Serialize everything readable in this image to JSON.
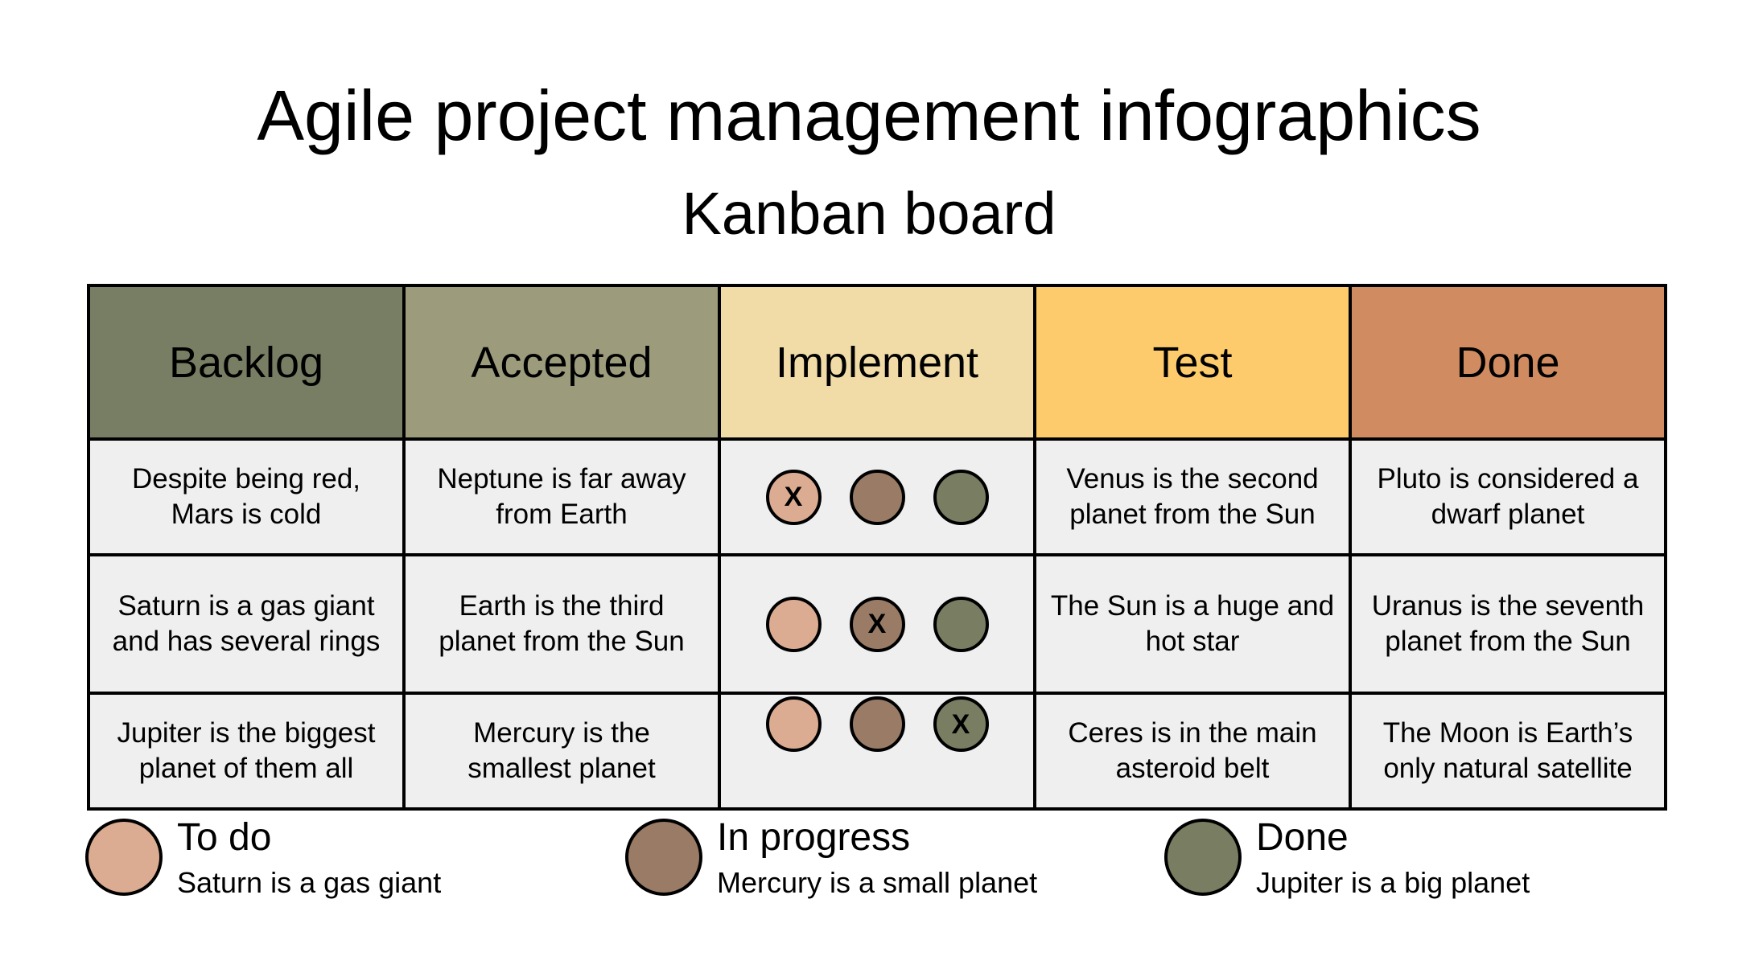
{
  "title": "Agile project management infographics",
  "subtitle": "Kanban board",
  "colors": {
    "backlog": "#787e63",
    "accepted": "#9c9b7c",
    "implement": "#f1dca7",
    "test": "#fecb6c",
    "done_header": "#d08c60",
    "todo": "#dbac92",
    "in_progress": "#997b66",
    "done": "#797d62",
    "cell_bg": "#efefef"
  },
  "columns": [
    "Backlog",
    "Accepted",
    "Implement",
    "Test",
    "Done"
  ],
  "rows": [
    {
      "backlog": "Despite being red, Mars is cold",
      "accepted": "Neptune is far away from Earth",
      "implement_mark": "X",
      "implement_marked": "todo",
      "test": "Venus is the second planet from the Sun",
      "done": "Pluto is considered a dwarf planet"
    },
    {
      "backlog": "Saturn is a gas giant and has several rings",
      "accepted": "Earth is the third planet from the Sun",
      "implement_mark": "X",
      "implement_marked": "in_progress",
      "test": "The Sun is a huge and hot star",
      "done": "Uranus is the seventh planet from the Sun"
    },
    {
      "backlog": "Jupiter is the biggest planet of them all",
      "accepted": "Mercury is the smallest planet",
      "implement_mark": "X",
      "implement_marked": "done",
      "test": "Ceres is in the main asteroid belt",
      "done": "The Moon is Earth’s only natural satellite"
    }
  ],
  "legend": [
    {
      "title": "To do",
      "desc": "Saturn is a gas giant",
      "color_key": "todo"
    },
    {
      "title": "In progress",
      "desc": "Mercury is a small planet",
      "color_key": "in_progress"
    },
    {
      "title": "Done",
      "desc": "Jupiter is a big planet",
      "color_key": "done"
    }
  ]
}
